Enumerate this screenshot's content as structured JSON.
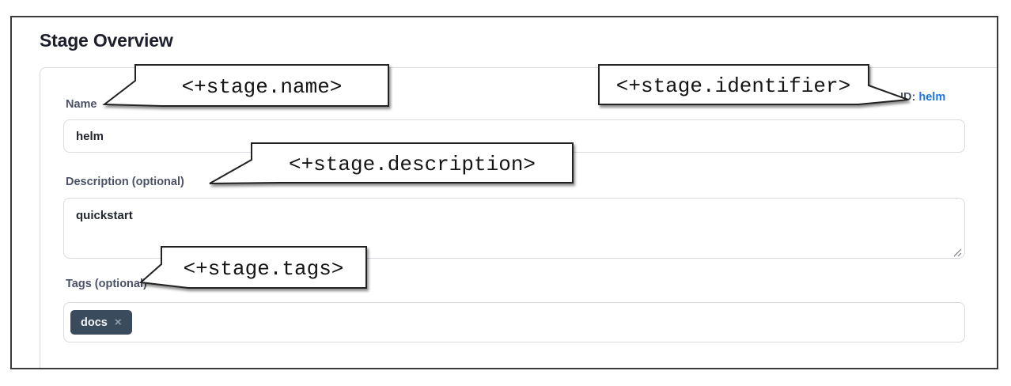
{
  "page": {
    "title": "Stage Overview"
  },
  "form": {
    "name": {
      "label": "Name",
      "value": "helm"
    },
    "identifier": {
      "label": "ID:",
      "value": "helm"
    },
    "description": {
      "label": "Description (optional)",
      "value": "quickstart"
    },
    "tags": {
      "label": "Tags (optional)",
      "chip": "docs",
      "chip_remove": "×"
    }
  },
  "callouts": {
    "name": "<+stage.name>",
    "identifier": "<+stage.identifier>",
    "description": "<+stage.description>",
    "tags": "<+stage.tags>"
  },
  "colors": {
    "frame_border": "#3b3b3b",
    "card_border": "#d9dbe2",
    "input_border": "#d9dae1",
    "label_text": "#4b5267",
    "heading_text": "#1c1f2b",
    "id_link": "#1a73e8",
    "chip_bg": "#3b4b5e",
    "chip_text": "#f2f4f6",
    "callout_border": "#222222"
  }
}
